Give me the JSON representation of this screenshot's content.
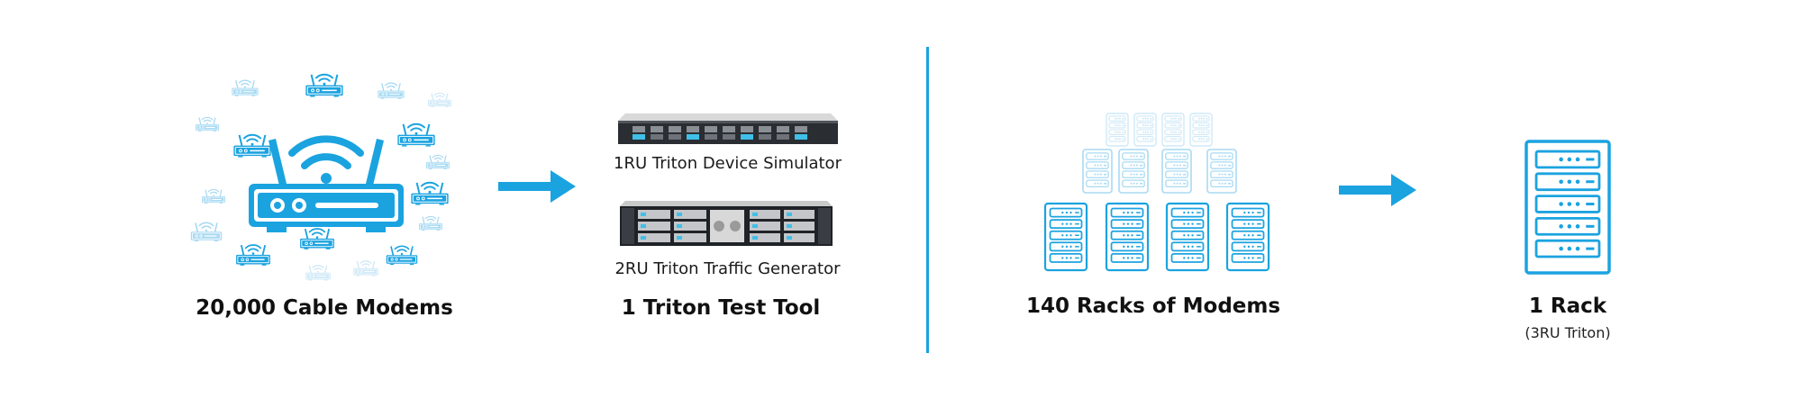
{
  "colors": {
    "accent": "#1ba3e0",
    "accent_light": "#a9daf2",
    "accent_faint": "#cfe9f7",
    "text": "#111111"
  },
  "left_panel": {
    "modems_caption": "20,000 Cable Modems",
    "tool_caption": "1 Triton Test Tool",
    "device_simulator_label": "1RU Triton Device Simulator",
    "traffic_generator_label": "2RU Triton Traffic Generator"
  },
  "right_panel": {
    "racks_caption": "140 Racks of Modems",
    "rack_caption": "1 Rack",
    "rack_note": "(3RU Triton)"
  },
  "icons": [
    "router-icon",
    "arrow-right-icon",
    "server-rack-icon",
    "divider-line"
  ]
}
